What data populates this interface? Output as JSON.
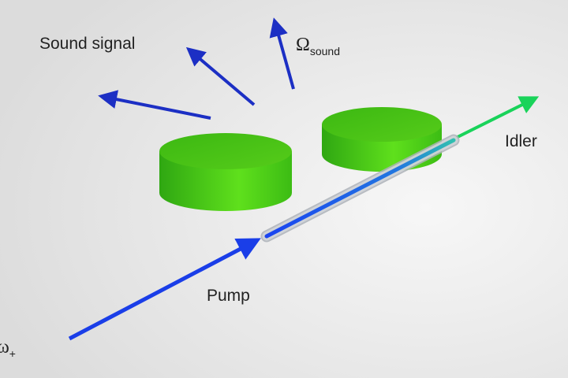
{
  "labels": {
    "sound_signal": "Sound signal",
    "omega_sound_symbol": "Ω",
    "omega_sound_sub": "sound",
    "idler": "Idler",
    "pump": "Pump",
    "omega_plus_symbol": "ω",
    "omega_plus_sub": "+"
  },
  "colors": {
    "pump": "#1a3ee8",
    "sound": "#1c2fc4",
    "idler": "#19d35a",
    "resonator": "#4fd21a",
    "fiber": "#b8bcc4"
  }
}
